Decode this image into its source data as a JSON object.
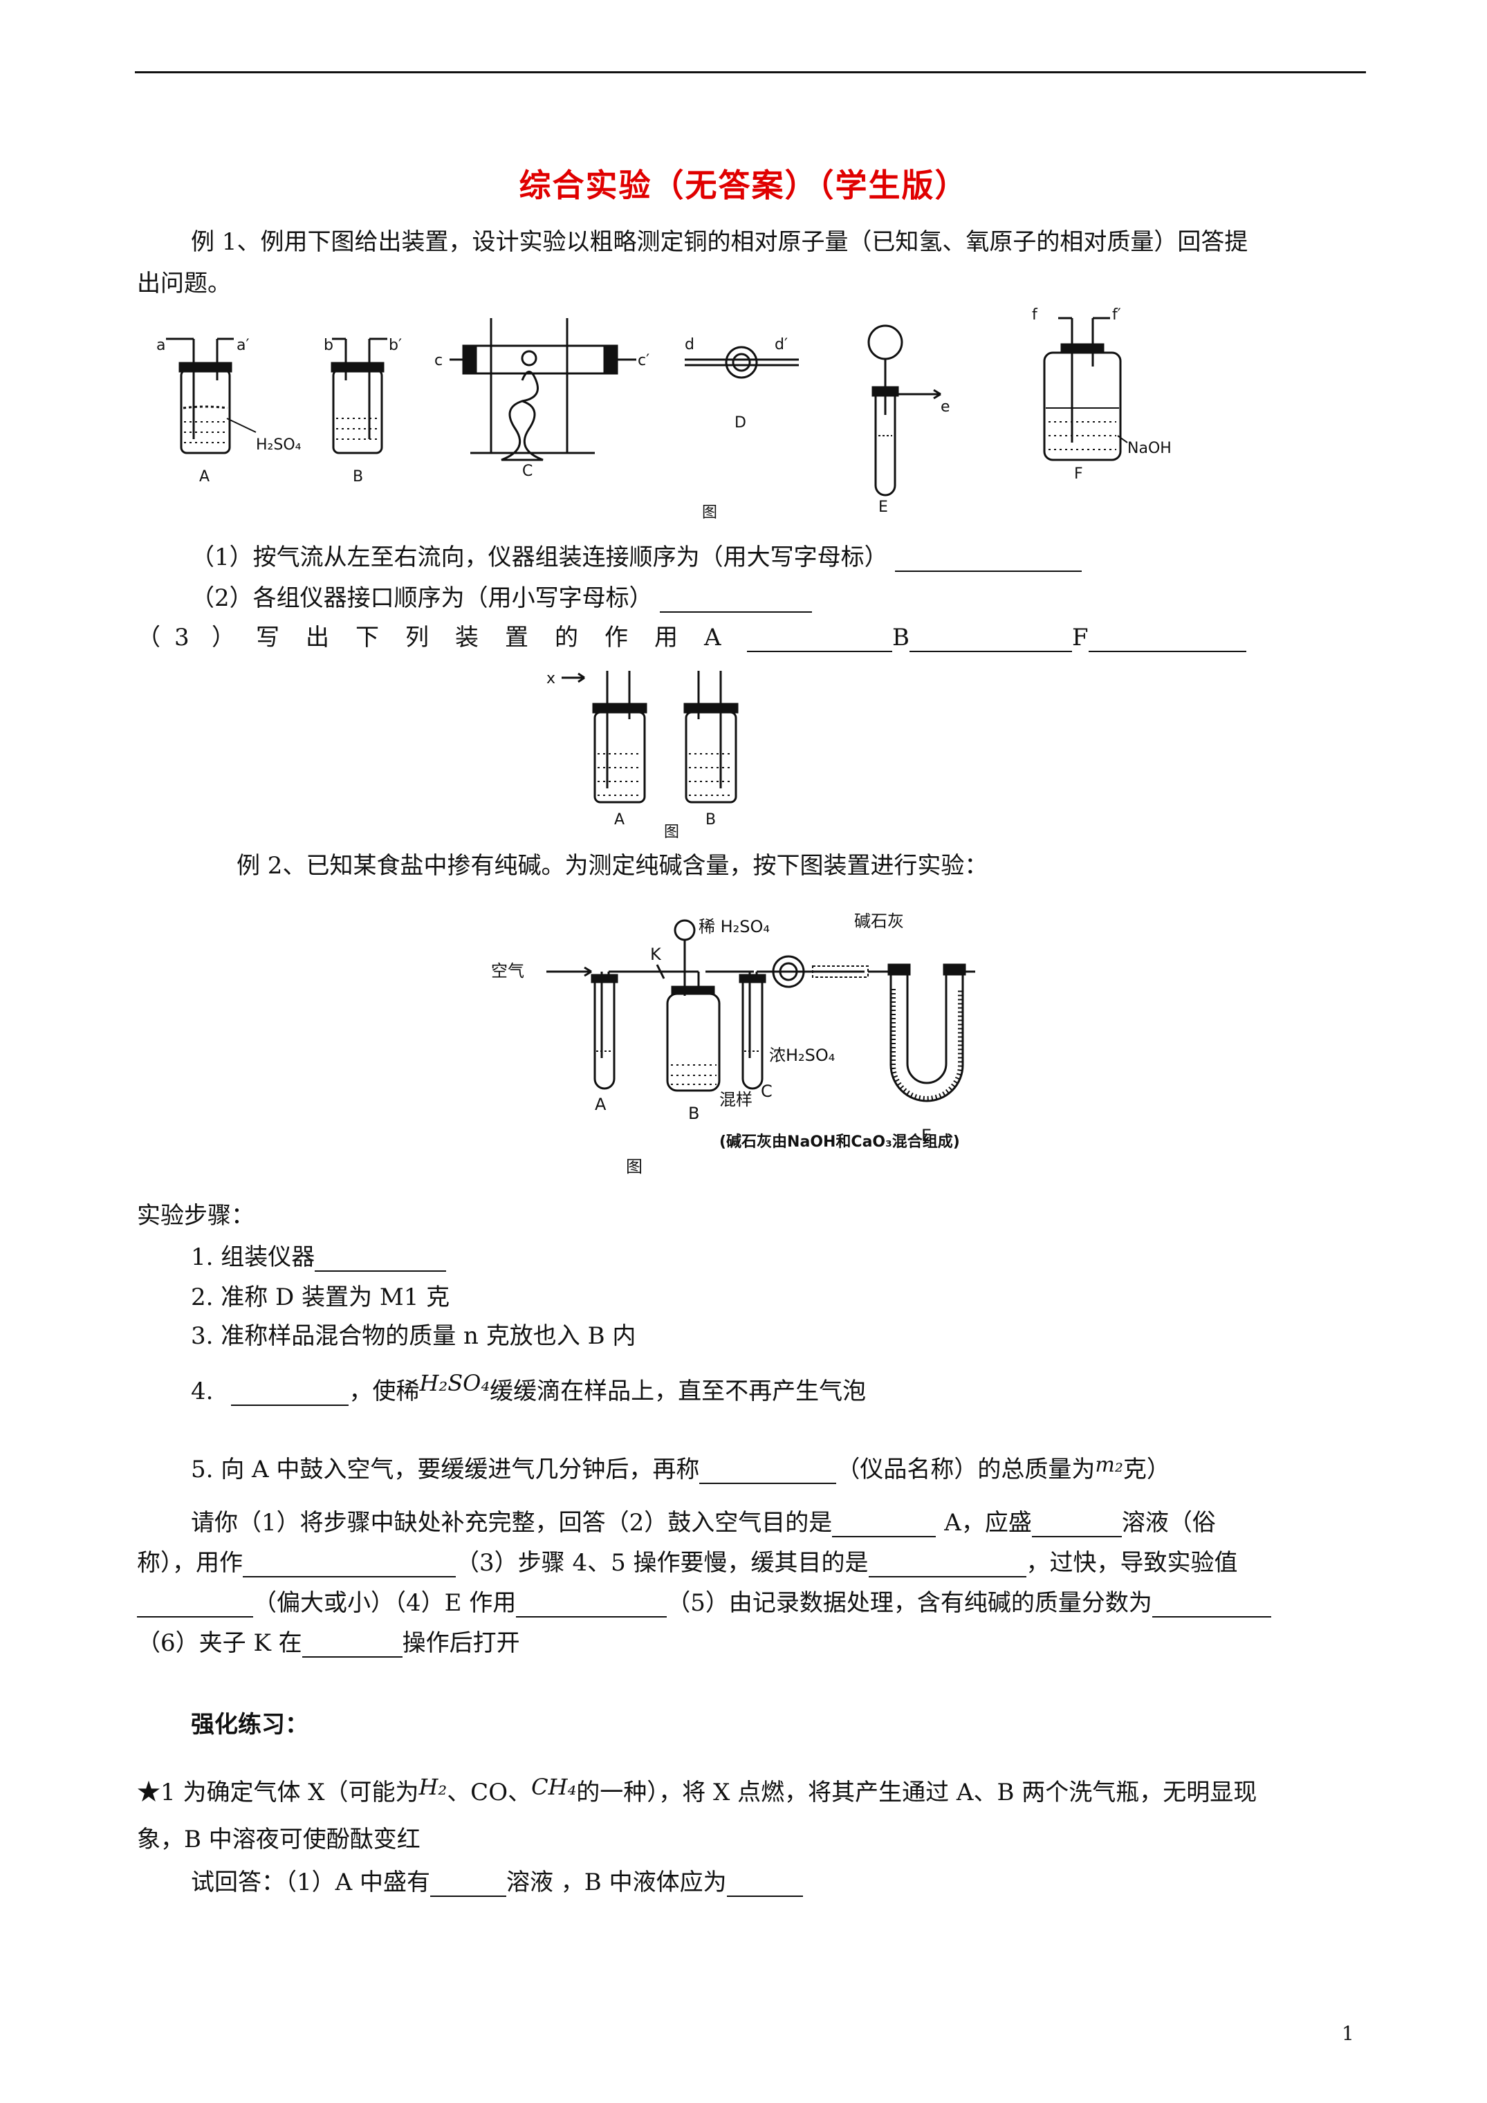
{
  "title": "综合实验（无答案）（学生版）",
  "ex1": {
    "intro_line1": "例 1、例用下图给出装置，设计实验以粗略测定铜的相对原子量（已知氢、氧原子的相对质量）回答提",
    "intro_line2": "出问题。",
    "q1": "（1）按气流从左至右流向，仪器组装连接顺序为（用大写字母标）",
    "q2": "（2）各组仪器接口顺序为（用小写字母标）",
    "q3_chars": [
      "（",
      "3",
      "）",
      "写",
      "出",
      "下",
      "列",
      "装",
      "置",
      "的",
      "作",
      "用",
      "A"
    ],
    "q3_b": "B",
    "q3_f": "F",
    "figure1": {
      "caption": "图",
      "labels": {
        "a": "a",
        "a2": "a′",
        "b": "b",
        "b2": "b′",
        "c": "c",
        "c2": "c′",
        "d": "d",
        "d2": "d′",
        "e": "e",
        "f": "f",
        "f2": "f′",
        "A": "A",
        "B": "B",
        "C": "C",
        "D": "D",
        "E": "E",
        "F": "F",
        "h2so4": "H₂SO₄",
        "naoh": "NaOH"
      }
    },
    "figure2": {
      "caption": "图",
      "x": "x",
      "A": "A",
      "B": "B"
    }
  },
  "ex2": {
    "intro": "例 2、已知某食盐中掺有纯碱。为测定纯碱含量，按下图装置进行实验：",
    "figure": {
      "caption": "图",
      "air": "空气",
      "k": "K",
      "dilute": "稀 H₂SO₄",
      "soda_lime": "碱石灰",
      "conc": "浓H₂SO₄",
      "mix": "混样",
      "A": "A",
      "B": "B",
      "C": "C",
      "E": "E",
      "note": "(碱石灰由NaOH和CaO₃混合组成)"
    },
    "steps_title": "实验步骤：",
    "step1": "1.  组装仪器",
    "step2": "2.  准称 D 装置为 M1 克",
    "step3": "3.  准称样品混合物的质量 n 克放也入 B 内",
    "step4_a": "4.",
    "step4_b": "，使稀",
    "step4_formula": "H₂SO₄",
    "step4_c": "缓缓滴在样品上，直至不再产生气泡",
    "step5_a": "5.  向 A 中鼓入空气，要缓缓进气几分钟后，再称",
    "step5_b": "（仪品名称）的总质量为",
    "step5_formula": "m₂",
    "step5_c": "克）",
    "p_line1_a": "请你（1）将步骤中缺处补充完整，回答（2）鼓入空气目的是",
    "p_line1_b": "A，应盛",
    "p_line1_c": "溶液（俗",
    "p_line2_a": "称），用作",
    "p_line2_b": "（3）步骤 4、5 操作要慢，缓其目的是",
    "p_line2_c": "，过快，导致实验值",
    "p_line3_a": "（偏大或小）（4）E 作用",
    "p_line3_b": "（5）由记录数据处理，含有纯碱的质量分数为",
    "p_line4_a": "（6）夹子 K 在",
    "p_line4_b": "操作后打开"
  },
  "practice": {
    "title": "强化练习：",
    "q1_a": "★1 为确定气体 X（可能为",
    "q1_h2": "H₂",
    "q1_b": "、CO、",
    "q1_ch4": "CH₄",
    "q1_c": "的一种），将 X 点燃，将其产生通过 A、B 两个洗气瓶，无明显现",
    "q1_line2": "象，B 中溶夜可使酚酞变红",
    "q1_line3_a": "试回答：（1）A 中盛有",
    "q1_line3_b": "溶液 ，B 中液体应为"
  },
  "page_number": "1"
}
